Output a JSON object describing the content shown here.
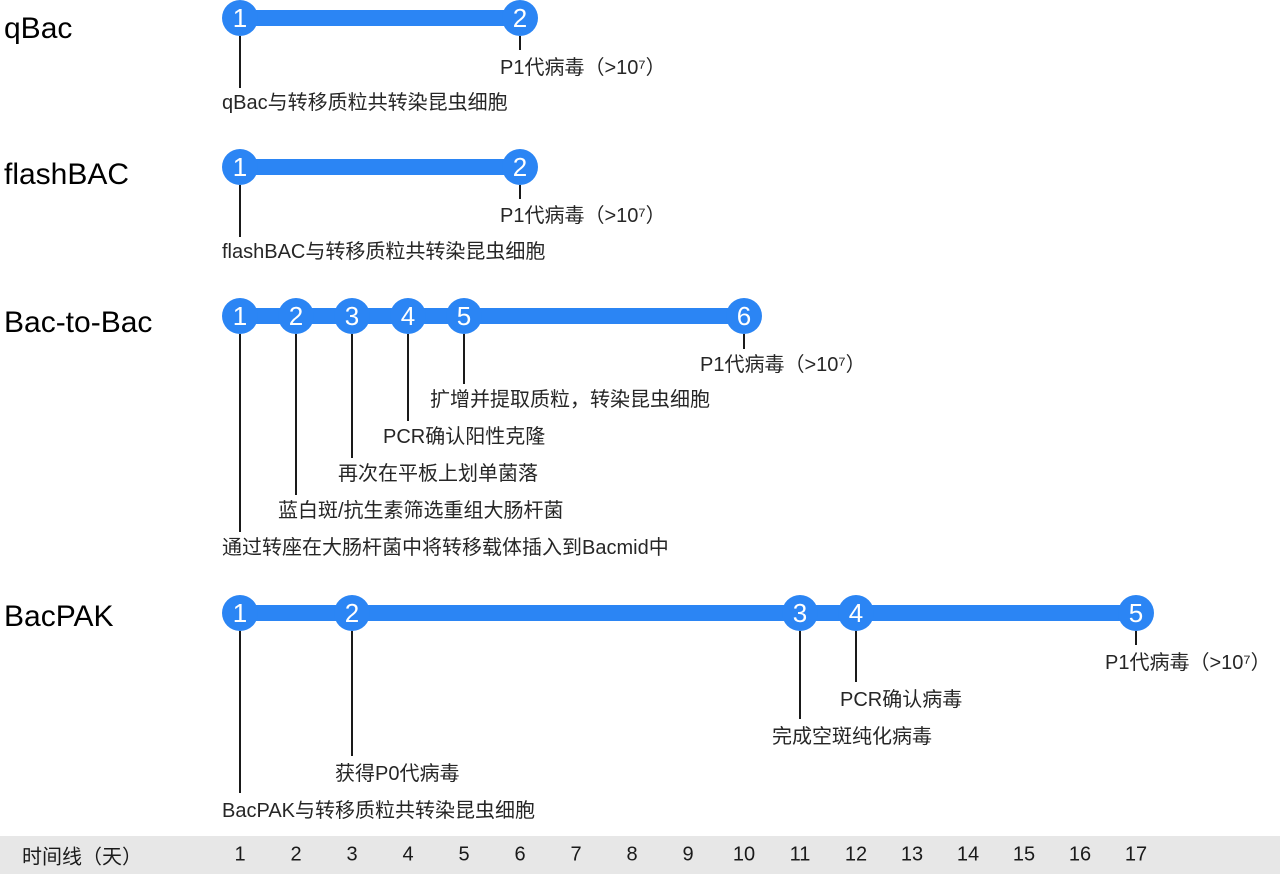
{
  "colors": {
    "accent_blue": "#2b85f4",
    "leader_line": "#1a1a1a",
    "axis_band": "#e7e7e7",
    "label_text": "#262626",
    "node_number": "#ffffff",
    "background": "#ffffff"
  },
  "chart_data": {
    "type": "timeline",
    "x_axis": {
      "label": "时间线（天）",
      "ticks": [
        1,
        2,
        3,
        4,
        5,
        6,
        7,
        8,
        9,
        10,
        11,
        12,
        13,
        14,
        15,
        16,
        17
      ],
      "range_days": [
        1,
        17
      ]
    },
    "rows": [
      {
        "name": "qBac",
        "total_days": 6,
        "nodes": [
          {
            "step": 1,
            "day": 1,
            "label": "qBac与转移质粒共转染昆虫细胞"
          },
          {
            "step": 2,
            "day": 6,
            "label": "P1代病毒（>10⁷）"
          }
        ]
      },
      {
        "name": "flashBAC",
        "total_days": 6,
        "nodes": [
          {
            "step": 1,
            "day": 1,
            "label": "flashBAC与转移质粒共转染昆虫细胞"
          },
          {
            "step": 2,
            "day": 6,
            "label": "P1代病毒（>10⁷）"
          }
        ]
      },
      {
        "name": "Bac-to-Bac",
        "total_days": 10,
        "nodes": [
          {
            "step": 1,
            "day": 1,
            "label": "通过转座在大肠杆菌中将转移载体插入到Bacmid中"
          },
          {
            "step": 2,
            "day": 2,
            "label": "蓝白斑/抗生素筛选重组大肠杆菌"
          },
          {
            "step": 3,
            "day": 3,
            "label": "再次在平板上划单菌落"
          },
          {
            "step": 4,
            "day": 4,
            "label": "PCR确认阳性克隆"
          },
          {
            "step": 5,
            "day": 5,
            "label": "扩增并提取质粒，转染昆虫细胞"
          },
          {
            "step": 6,
            "day": 10,
            "label": "P1代病毒（>10⁷）"
          }
        ]
      },
      {
        "name": "BacPAK",
        "total_days": 17,
        "nodes": [
          {
            "step": 1,
            "day": 1,
            "label": "BacPAK与转移质粒共转染昆虫细胞"
          },
          {
            "step": 2,
            "day": 3,
            "label": "获得P0代病毒"
          },
          {
            "step": 3,
            "day": 11,
            "label": "完成空斑纯化病毒"
          },
          {
            "step": 4,
            "day": 12,
            "label": "PCR确认病毒"
          },
          {
            "step": 5,
            "day": 17,
            "label": "P1代病毒（>10⁷）"
          }
        ]
      }
    ]
  }
}
